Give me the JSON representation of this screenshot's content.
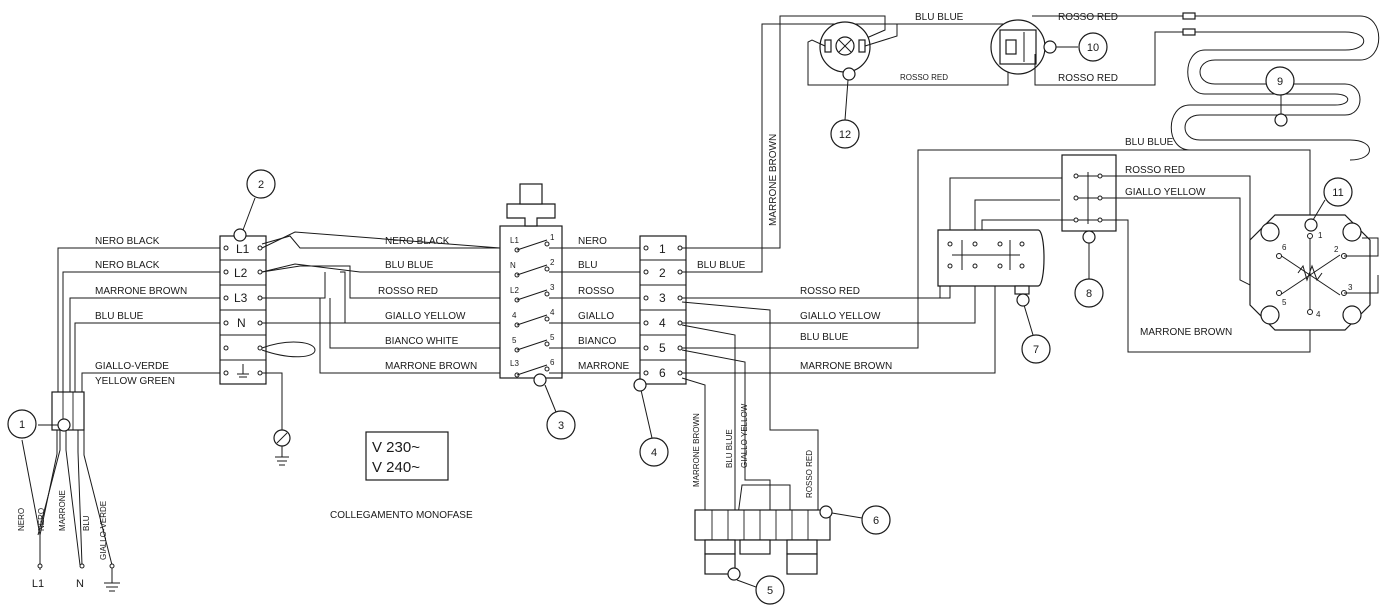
{
  "voltage": [
    "V 230~",
    "V 240~"
  ],
  "connection_label": "COLLEGAMENTO MONOFASE",
  "supply_terminals": [
    "L1",
    "N"
  ],
  "supply_cable_labels": [
    "NERO",
    "NERO",
    "MARRONE",
    "BLU",
    "GIALLO-VERDE"
  ],
  "terminal_block_left": {
    "labels": [
      "L1",
      "L2",
      "L3",
      "N"
    ],
    "incoming_wires": [
      "NERO BLACK",
      "NERO BLACK",
      "MARRONE BROWN",
      "BLU BLUE",
      "GIALLO-VERDE",
      "YELLOW GREEN"
    ]
  },
  "switch": {
    "left_labels": [
      "L1",
      "N",
      "L2",
      "4",
      "5",
      "L3"
    ],
    "right_labels": [
      "1",
      "2",
      "3",
      "4",
      "5",
      "6"
    ],
    "incoming_wires": [
      "NERO BLACK",
      "BLU BLUE",
      "ROSSO RED",
      "GIALLO YELLOW",
      "BIANCO   WHITE",
      "MARRONE BROWN"
    ],
    "outgoing_wires": [
      "NERO",
      "BLU",
      "ROSSO",
      "GIALLO",
      "BIANCO",
      "MARRONE"
    ]
  },
  "terminal_block_right": {
    "numbers": [
      "1",
      "2",
      "3",
      "4",
      "5",
      "6"
    ],
    "outgoing_wires": [
      "BLU BLUE",
      "ROSSO RED",
      "GIALLO YELLOW",
      "BLU BLUE",
      "MARRONE BROWN"
    ]
  },
  "top_wires": [
    "BLU BLUE",
    "ROSSO RED",
    "MARRONE BROWN",
    "ROSSO RED",
    "MARRONE BROWN"
  ],
  "right_wires": [
    "BLU BLUE",
    "ROSSO RED",
    "GIALLO YELLOW",
    "MARRONE BROWN"
  ],
  "motor_terminals": [
    "1",
    "2",
    "3",
    "4",
    "5",
    "6"
  ],
  "heater_block_wires": [
    "MARRONE BROWN",
    "BLU BLUE",
    "GIALLO YELLOW",
    "ROSSO RED"
  ],
  "callouts": [
    "1",
    "2",
    "3",
    "4",
    "5",
    "6",
    "7",
    "8",
    "9",
    "10",
    "11",
    "12"
  ]
}
